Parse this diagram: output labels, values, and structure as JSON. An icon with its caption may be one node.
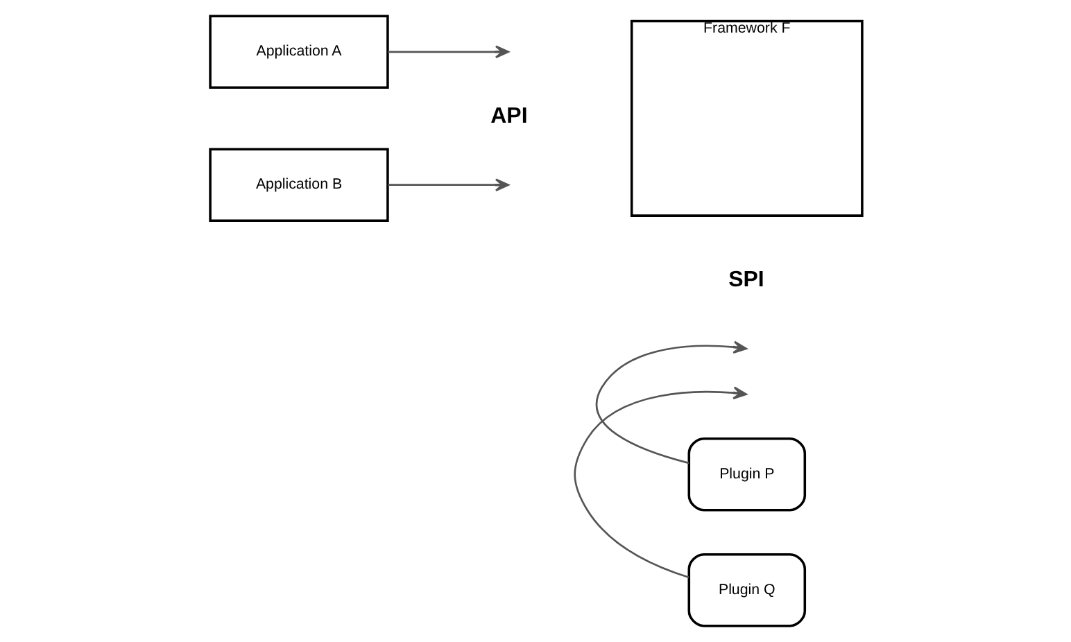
{
  "diagram": {
    "nodes": [
      {
        "text": [
          "Application A"
        ]
      },
      {
        "text": [
          "Application B"
        ]
      },
      {
        "text": [
          "Framework F"
        ]
      },
      {
        "text": [
          "Plugin P"
        ]
      },
      {
        "text": [
          "Plugin Q"
        ]
      }
    ],
    "edges": [
      {
        "from": 0,
        "to": null,
        "arrow": "to"
      },
      {
        "from": 1,
        "to": null,
        "arrow": "to"
      },
      {
        "from": 3,
        "to": null,
        "arrow": "to"
      },
      {
        "from": 4,
        "to": null,
        "arrow": "to"
      }
    ],
    "labels": [
      "API",
      "SPI"
    ]
  }
}
